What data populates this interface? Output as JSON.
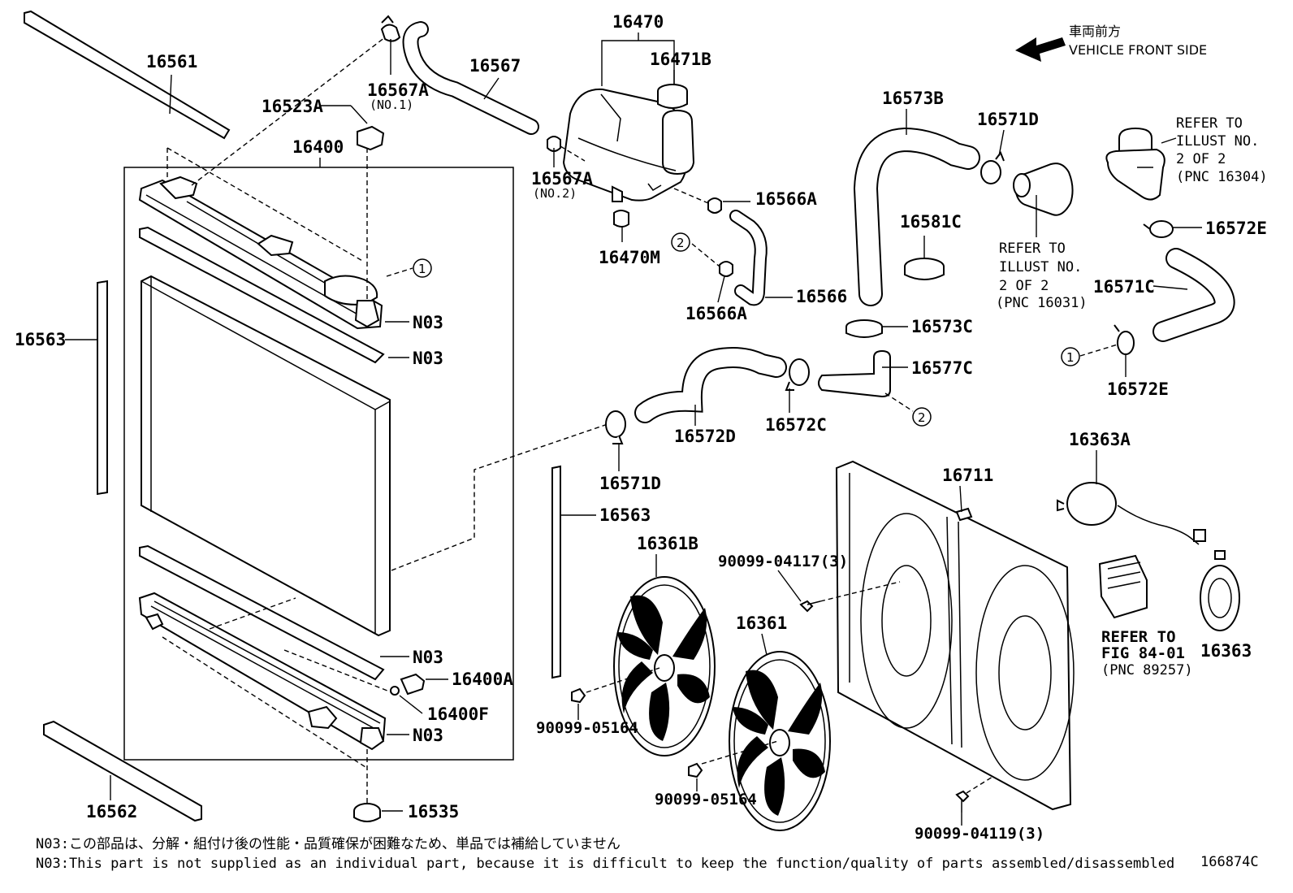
{
  "direction": {
    "jp": "車両前方",
    "en": "VEHICLE FRONT SIDE"
  },
  "labels": {
    "p16561": "16561",
    "p16567A_top": "16567A",
    "p16567A_top_sub": "(NO.1)",
    "p16567": "16567",
    "p16470": "16470",
    "p16471B": "16471B",
    "p16523A": "16523A",
    "p16400": "16400",
    "p16567A_mid": "16567A",
    "p16567A_mid_sub": "(NO.2)",
    "p16566A_top": "16566A",
    "p16470M": "16470M",
    "p16566A_bot": "16566A",
    "p16566": "16566",
    "p16573B": "16573B",
    "p16571D_top": "16571D",
    "p16581C": "16581C",
    "p16573C": "16573C",
    "p16577C": "16577C",
    "p16572E_top": "16572E",
    "p16571C": "16571C",
    "p16572E_bot": "16572E",
    "p16563_left": "16563",
    "p16563_mid": "16563",
    "n03_1": "N03",
    "n03_2": "N03",
    "n03_3": "N03",
    "n03_4": "N03",
    "p16400A": "16400A",
    "p16400F": "16400F",
    "p16562": "16562",
    "p16535": "16535",
    "p16572D": "16572D",
    "p16572C": "16572C",
    "p16571D_bot": "16571D",
    "p16361B": "16361B",
    "p16361": "16361",
    "p16711": "16711",
    "p16363A": "16363A",
    "p16363": "16363",
    "bolt_04117": "90099-04117(3)",
    "bolt_05164_a": "90099-05164",
    "bolt_05164_b": "90099-05164",
    "bolt_04119": "90099-04119(3)"
  },
  "circle_marks": {
    "one": "1",
    "two": "2"
  },
  "refer_notes": {
    "refer_16304": [
      "REFER TO",
      "ILLUST NO.",
      "2 OF 2",
      "(PNC 16304)"
    ],
    "refer_16031": [
      "REFER TO",
      "ILLUST NO.",
      "2 OF 2",
      "(PNC 16031)"
    ],
    "refer_89257": [
      "REFER TO",
      "FIG 84-01",
      "(PNC 89257)"
    ]
  },
  "footnotes": {
    "jp": "N03:この部品は、分解・組付け後の性能・品質確保が困難なため、単品では補給していません",
    "en": "N03:This part is not supplied as an individual part, because it is difficult to keep the function/quality of parts assembled/disassembled"
  },
  "figure_id": "166874C"
}
